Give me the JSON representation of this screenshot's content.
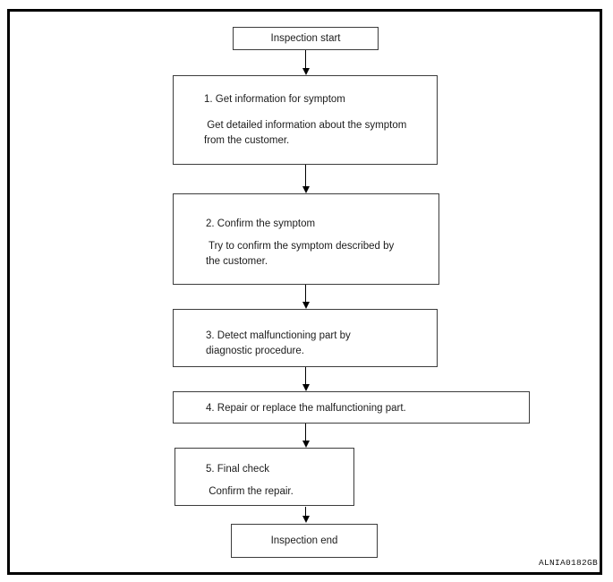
{
  "flow": {
    "start": {
      "label": "Inspection start"
    },
    "end": {
      "label": "Inspection end"
    },
    "steps": [
      {
        "title": [
          "1. Get information for symptom",
          ""
        ],
        "desc": [
          " Get detailed information about the symptom",
          "from the customer."
        ]
      },
      {
        "title": [
          "2. Confirm the symptom",
          ""
        ],
        "desc": [
          " Try to confirm the symptom described by",
          "the customer."
        ]
      },
      {
        "title": [
          "3. Detect malfunctioning part by",
          "diagnostic procedure."
        ],
        "desc": [
          "",
          ""
        ]
      },
      {
        "title": [
          "4. Repair or replace the malfunctioning part.",
          ""
        ],
        "desc": [
          "",
          ""
        ]
      },
      {
        "title": [
          "5. Final check",
          ""
        ],
        "desc": [
          " Confirm the repair.",
          ""
        ]
      }
    ],
    "figure_code": "ALNIA0182GB",
    "colors": {
      "background": "#ffffff",
      "line": "#000000",
      "box_border": "#3c3c3c"
    }
  }
}
